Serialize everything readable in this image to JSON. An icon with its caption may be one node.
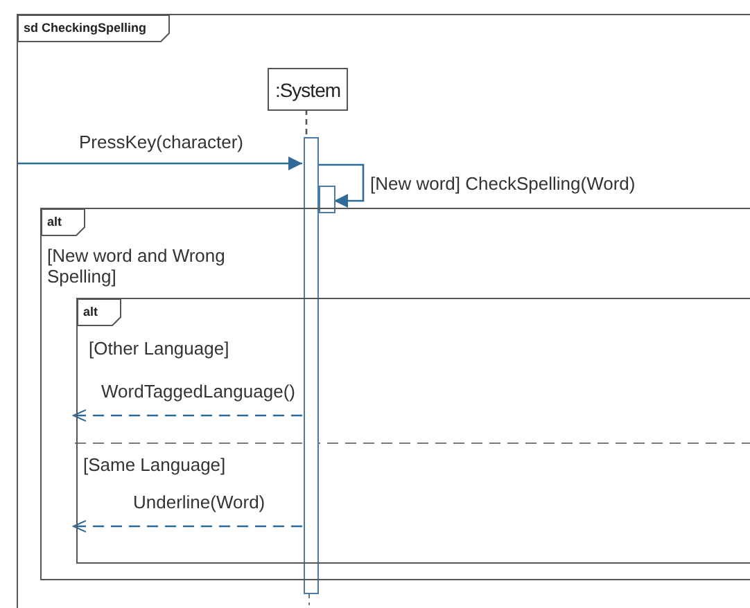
{
  "diagram": {
    "nodes": [
      {
        "text": [
          "sd CheckingSpelling"
        ]
      },
      {
        "text": [
          ":System"
        ],
        "in": 0
      },
      {
        "text": [],
        "shape": "bar",
        "in": 0
      },
      {
        "text": [],
        "shape": "bar",
        "in": 0
      },
      {
        "text": [
          "alt",
          "[New word and Wrong Spelling]"
        ],
        "in": 0
      },
      {
        "text": [
          "alt",
          "[Other Language]",
          "[Same Language]"
        ],
        "in": 4
      }
    ],
    "edges": [
      {
        "from": 1,
        "to": 2,
        "arrow": "none",
        "style": "dashed"
      },
      {
        "from": null,
        "to": 2,
        "arrow": "to",
        "label": "PressKey(character)"
      },
      {
        "from": 2,
        "to": 3,
        "arrow": "to",
        "label": "[New word] CheckSpelling(Word)"
      },
      {
        "from": 2,
        "to": 5,
        "arrow": "to",
        "style": "dashed",
        "label": "WordTaggedLanguage()"
      },
      {
        "from": 2,
        "to": 5,
        "arrow": "to",
        "style": "dashed",
        "label": "Underline(Word)"
      }
    ]
  }
}
